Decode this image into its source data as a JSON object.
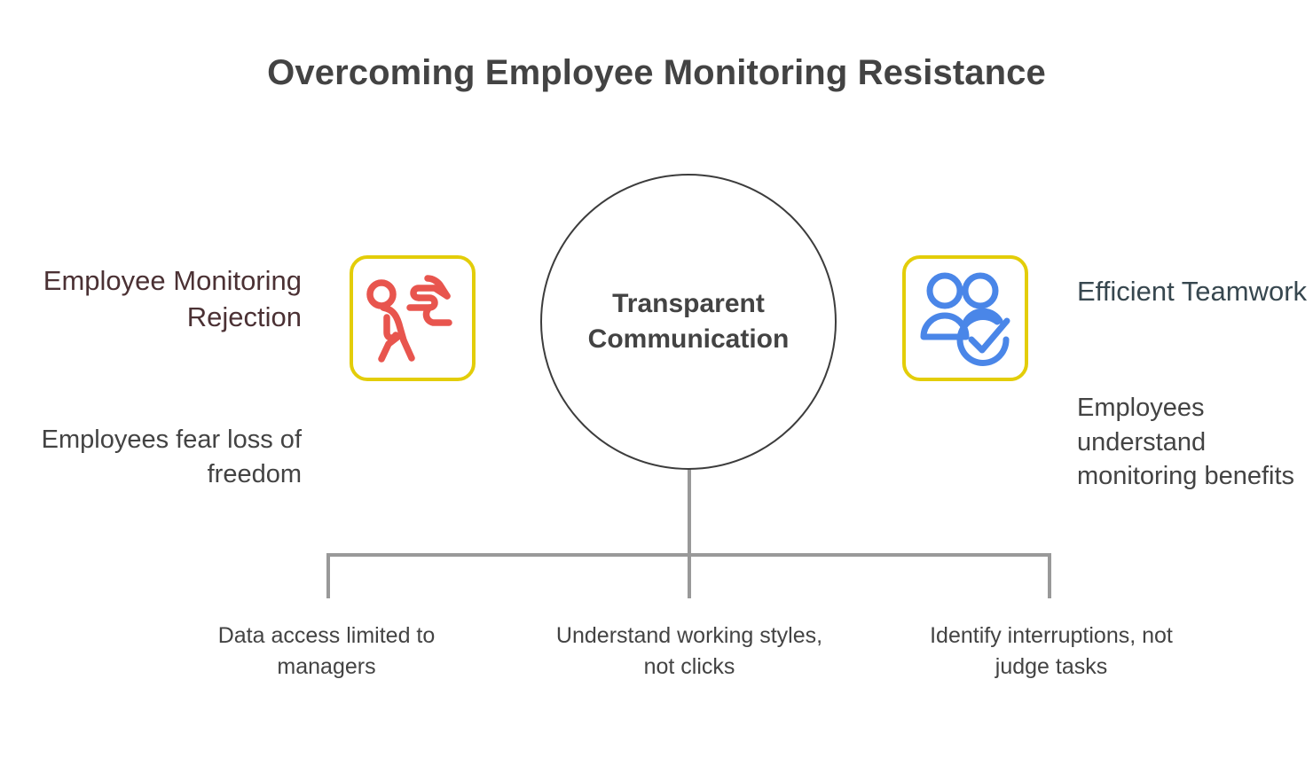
{
  "title": "Overcoming Employee Monitoring Resistance",
  "colors": {
    "background": "#ffffff",
    "title_text": "#434343",
    "left_heading_text": "#4b3134",
    "right_heading_text": "#37474f",
    "body_text": "#434343",
    "icon_box_border": "#e3cd09",
    "left_icon_stroke": "#e8554e",
    "right_icon_stroke": "#4a86e8",
    "circle_stroke": "#3c3c3c",
    "connector_line": "#999999"
  },
  "left": {
    "heading": "Employee Monitoring Rejection",
    "body": "Employees fear loss of freedom",
    "icon_name": "person-walking-away-icon"
  },
  "center": {
    "label": "Transparent Communication",
    "label_line1": "Transparent",
    "label_line2": "Communication"
  },
  "right": {
    "heading": "Efficient Teamwork",
    "body": "Employees understand monitoring benefits",
    "icon_name": "team-check-icon"
  },
  "bottom_items": [
    {
      "label": "Data access limited to managers"
    },
    {
      "label": "Understand working styles, not clicks"
    },
    {
      "label": "Identify interruptions, not judge tasks"
    }
  ],
  "chart_data": {
    "type": "diagram",
    "title": "Overcoming Employee Monitoring Resistance",
    "structure": "central-hub-with-two-flanking-nodes-and-three-branches",
    "center_node": "Transparent Communication",
    "flanking_nodes": [
      {
        "side": "left",
        "heading": "Employee Monitoring Rejection",
        "detail": "Employees fear loss of freedom",
        "icon": "person-walking-away-icon",
        "accent": "#e8554e"
      },
      {
        "side": "right",
        "heading": "Efficient Teamwork",
        "detail": "Employees understand monitoring benefits",
        "icon": "team-check-icon",
        "accent": "#4a86e8"
      }
    ],
    "branches": [
      "Data access limited to managers",
      "Understand working styles, not clicks",
      "Identify interruptions, not judge tasks"
    ]
  }
}
